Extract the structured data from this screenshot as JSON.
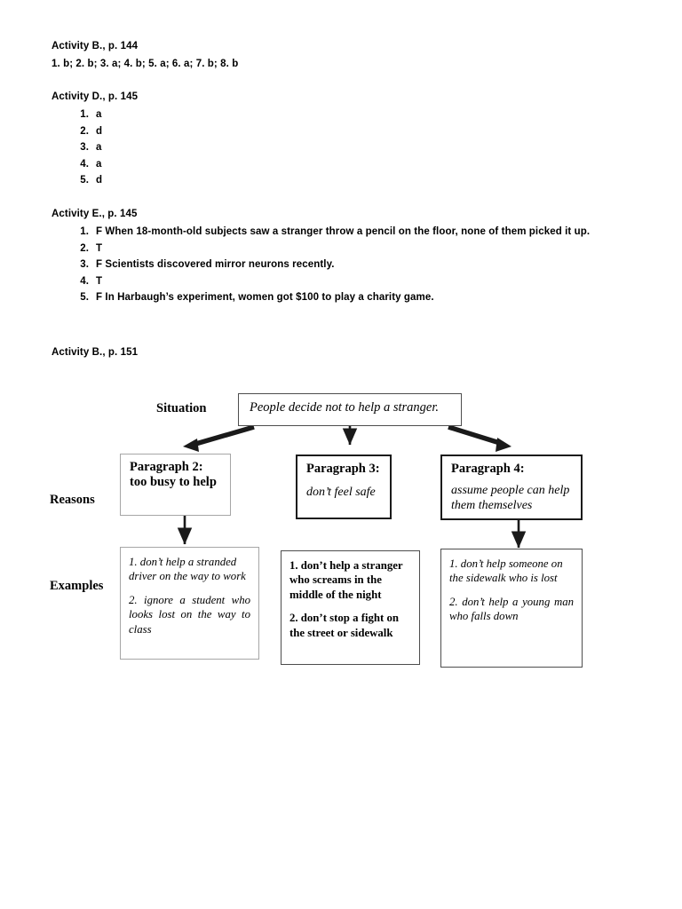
{
  "sections": [
    {
      "heading": "Activity B., p. 144",
      "inline_answers": "1. b; 2. b; 3. a; 4. b; 5. a; 6. a; 7. b; 8. b"
    },
    {
      "heading": "Activity D., p. 145",
      "items": [
        {
          "index": "1.",
          "text": "a"
        },
        {
          "index": "2.",
          "text": "d"
        },
        {
          "index": "3.",
          "text": "a"
        },
        {
          "index": "4.",
          "text": "a"
        },
        {
          "index": "5.",
          "text": "d"
        }
      ]
    },
    {
      "heading": "Activity E., p. 145",
      "items": [
        {
          "index": "1.",
          "text": "F When 18-month-old subjects saw a stranger throw a pencil on the floor, none of them picked it up."
        },
        {
          "index": "2.",
          "text": "T"
        },
        {
          "index": "3.",
          "text": "F Scientists discovered mirror neurons recently."
        },
        {
          "index": "4.",
          "text": "T"
        },
        {
          "index": "5.",
          "text": "F In Harbaugh’s experiment, women got $100 to play a charity game."
        }
      ]
    },
    {
      "heading": "Activity B., p. 151"
    }
  ],
  "diagram": {
    "row_labels": {
      "situation": "Situation",
      "reasons": "Reasons",
      "examples": "Examples"
    },
    "situation_box": {
      "text": "People decide not to help a stranger."
    },
    "reason_boxes": [
      {
        "header": "Paragraph 2:",
        "body": "too busy to help",
        "style": "bold"
      },
      {
        "header": "Paragraph 3:",
        "body": "don’t feel safe",
        "style": "italic"
      },
      {
        "header": "Paragraph 4:",
        "body": "assume people can help them themselves",
        "style": "italic"
      }
    ],
    "example_boxes": [
      {
        "style": "italic",
        "item1": "1. don’t help a stranded driver on the way to work",
        "item2": "2. ignore a student who looks lost on the way to class"
      },
      {
        "style": "bold",
        "item1": "1. don’t help a stranger who screams in the middle of the night",
        "item2": "2. don’t stop a fight on the street or sidewalk"
      },
      {
        "style": "italic",
        "item1": "1. don’t help someone on the sidewalk who is lost",
        "item2": "2. don’t help a young man who falls down"
      }
    ]
  },
  "colors": {
    "text": "#000000",
    "arrow": "#1a1a1a",
    "border_light": "#a6a6a6",
    "border_dark": "#1a1a1a",
    "page_background": "#ffffff"
  }
}
